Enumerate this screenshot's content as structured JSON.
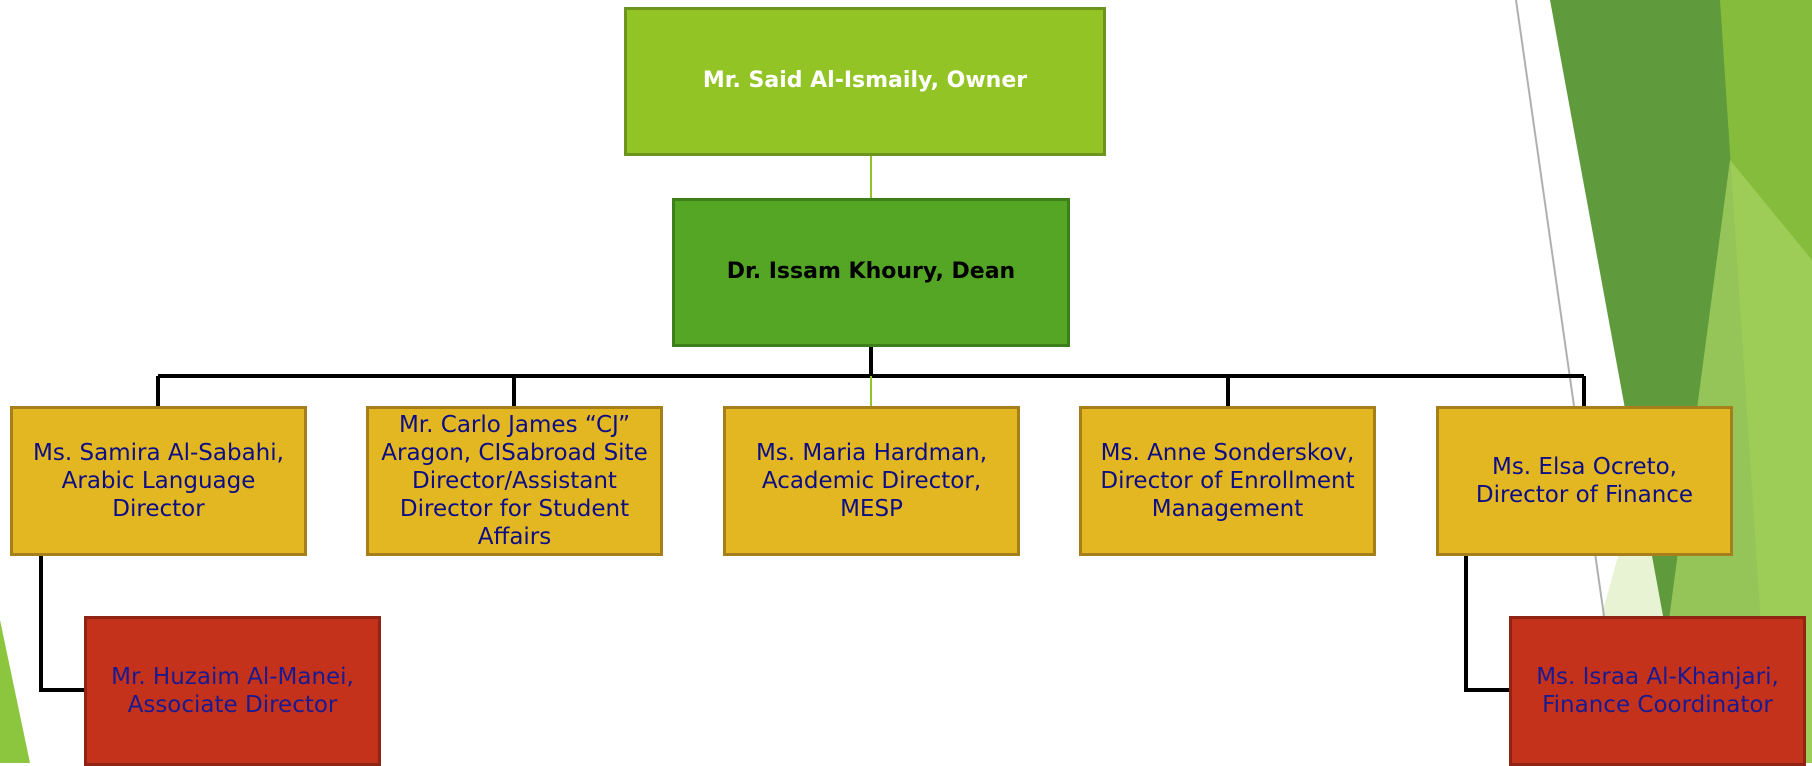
{
  "org_chart": {
    "owner": "Mr. Said Al-Ismaily, Owner",
    "dean": "Dr. Issam Khoury, Dean",
    "directors": [
      "Ms. Samira Al-Sabahi, Arabic Language Director",
      "Mr. Carlo James “CJ” Aragon, CISabroad Site Director/Assistant Director for Student Affairs",
      "Ms. Maria Hardman, Academic Director, MESP",
      "Ms. Anne Sonderskov, Director of Enrollment Management",
      "Ms. Elsa Ocreto, Director of Finance"
    ],
    "staff": [
      "Mr. Huzaim Al-Manei, Associate Director",
      "Ms. Israa Al-Khanjari, Finance Coordinator"
    ]
  },
  "colors": {
    "owner_fill": "#93c426",
    "dean_fill": "#54a624",
    "director_fill": "#e2b722",
    "staff_fill": "#c5321b",
    "decoration_green": "#6ea33a"
  }
}
